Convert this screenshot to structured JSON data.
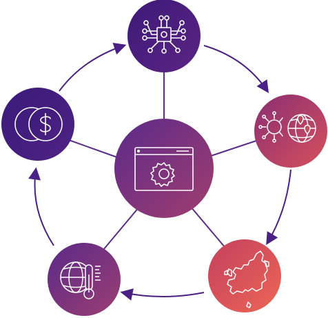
{
  "diagram": {
    "nodes": [
      {
        "id": "center",
        "icon": "settings-window-icon"
      },
      {
        "id": "top",
        "icon": "circuit-network-icon"
      },
      {
        "id": "right",
        "icon": "virus-globe-location-icon"
      },
      {
        "id": "bottom-right",
        "icon": "europe-map-icon"
      },
      {
        "id": "bottom-left",
        "icon": "globe-thermometer-icon"
      },
      {
        "id": "left",
        "icon": "coins-dollar-icon"
      }
    ],
    "cycle": [
      "top",
      "right",
      "bottom-right",
      "bottom-left",
      "left"
    ],
    "colors": {
      "purple_dark": "#3d1a78",
      "purple": "#5a2a8c",
      "magenta": "#8e3a78",
      "red": "#e05555",
      "connector": "#5a2a8c",
      "icon_stroke": "#ffffff"
    }
  }
}
